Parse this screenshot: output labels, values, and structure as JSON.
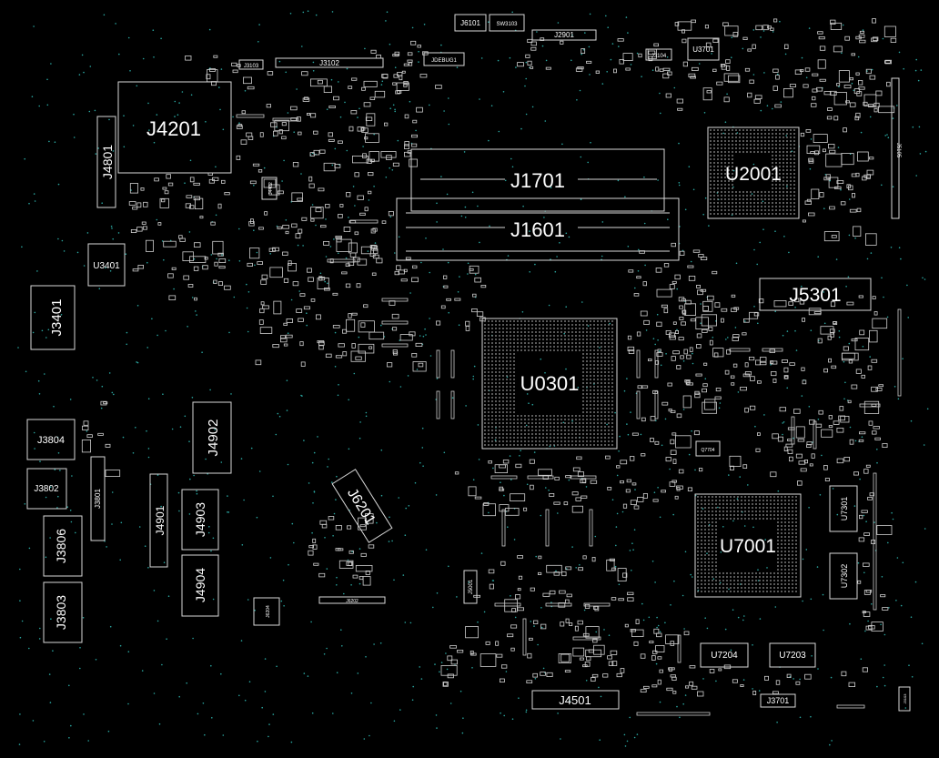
{
  "title": "",
  "colors": {
    "background": "#000000",
    "outline": "#d8d8d8",
    "label": "#ffffff",
    "via": "#2aa6a0"
  },
  "labels": {
    "j4201": "J4201",
    "j4801": "J4801",
    "u3401": "U3401",
    "j3401": "J3401",
    "j1701": "J1701",
    "j1601": "J1601",
    "u2001": "U2001",
    "j5301": "J5301",
    "u0301": "U0301",
    "u7001": "U7001",
    "j4902": "J4902",
    "j4901": "J4901",
    "j4903": "J4903",
    "j4904": "J4904",
    "j6201": "J6201",
    "j3804": "J3804",
    "j3802": "J3802",
    "j3801": "J3801",
    "j3806": "J3806",
    "j3803": "J3803",
    "u7301": "U7301",
    "u7302": "U7302",
    "u7204": "U7204",
    "u7203": "U7203",
    "j4501": "J4501",
    "j3701": "J3701",
    "j5001": "J5001",
    "j6101": "J6101",
    "sw3103": "SW3103",
    "j2901": "J2901",
    "j3102": "J3102",
    "j3103": "J3103",
    "jdebug1": "JDEBUG1",
    "j3104": "J3104",
    "u3701": "U3701",
    "j5105": "J5105",
    "q7704": "Q7704",
    "j6204": "J6204",
    "j6202": "J6202",
    "j4402": "J4402",
    "j3103b": "J3103"
  }
}
